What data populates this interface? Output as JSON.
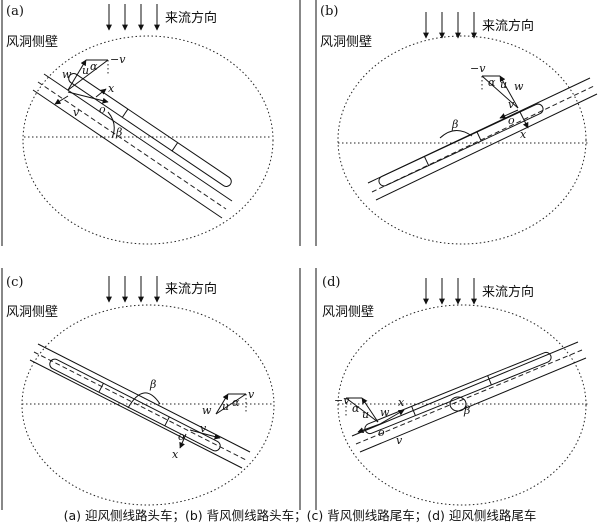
{
  "panels": [
    {
      "id": "a",
      "label": "(a)",
      "wall": "风洞侧壁",
      "flow": "来流方向"
    },
    {
      "id": "b",
      "label": "(b)",
      "wall": "风洞侧壁",
      "flow": "来流方向"
    },
    {
      "id": "c",
      "label": "(c)",
      "wall": "风洞侧壁",
      "flow": "来流方向"
    },
    {
      "id": "d",
      "label": "(d)",
      "wall": "风洞侧壁",
      "flow": "来流方向"
    }
  ],
  "symbols": {
    "w": "w",
    "v": "v",
    "u": "u",
    "neg_v": "−v",
    "x": "x",
    "o": "o",
    "beta": "β",
    "alpha": "α"
  },
  "caption": "(a)  迎风侧线路头车；(b)  背风侧线路头车；(c)  背风侧线路尾车；(d)  迎风侧线路尾车"
}
